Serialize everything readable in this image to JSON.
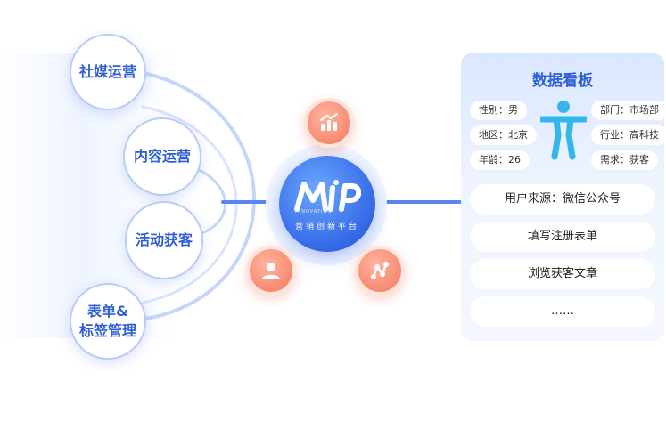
{
  "hub": {
    "logo": "MiP",
    "subtitle_en": "INNOVATION",
    "subtitle_cn": "营销创新平台"
  },
  "channels": [
    {
      "id": "social",
      "label": "社媒运营"
    },
    {
      "id": "content",
      "label": "内容运营"
    },
    {
      "id": "event",
      "label": "活动获客"
    },
    {
      "id": "form",
      "label": "表单&\n标签管理"
    }
  ],
  "satellites": [
    {
      "id": "analytics",
      "icon": "bar-chart-icon"
    },
    {
      "id": "user",
      "icon": "user-icon"
    },
    {
      "id": "network",
      "icon": "network-icon"
    }
  ],
  "dashboard": {
    "title": "数据看板",
    "left_tags": [
      "性别：男",
      "地区：北京",
      "年龄：26"
    ],
    "right_tags": [
      "部门：市场部",
      "行业：高科技",
      "需求：获客"
    ],
    "rows": [
      "用户来源：微信公众号",
      "填写注册表单",
      "浏览获客文章",
      "……"
    ]
  },
  "colors": {
    "primary": "#3468e6",
    "accent": "#f4795d",
    "text_blue": "#2f5fd7",
    "person": "#33b6ec"
  }
}
